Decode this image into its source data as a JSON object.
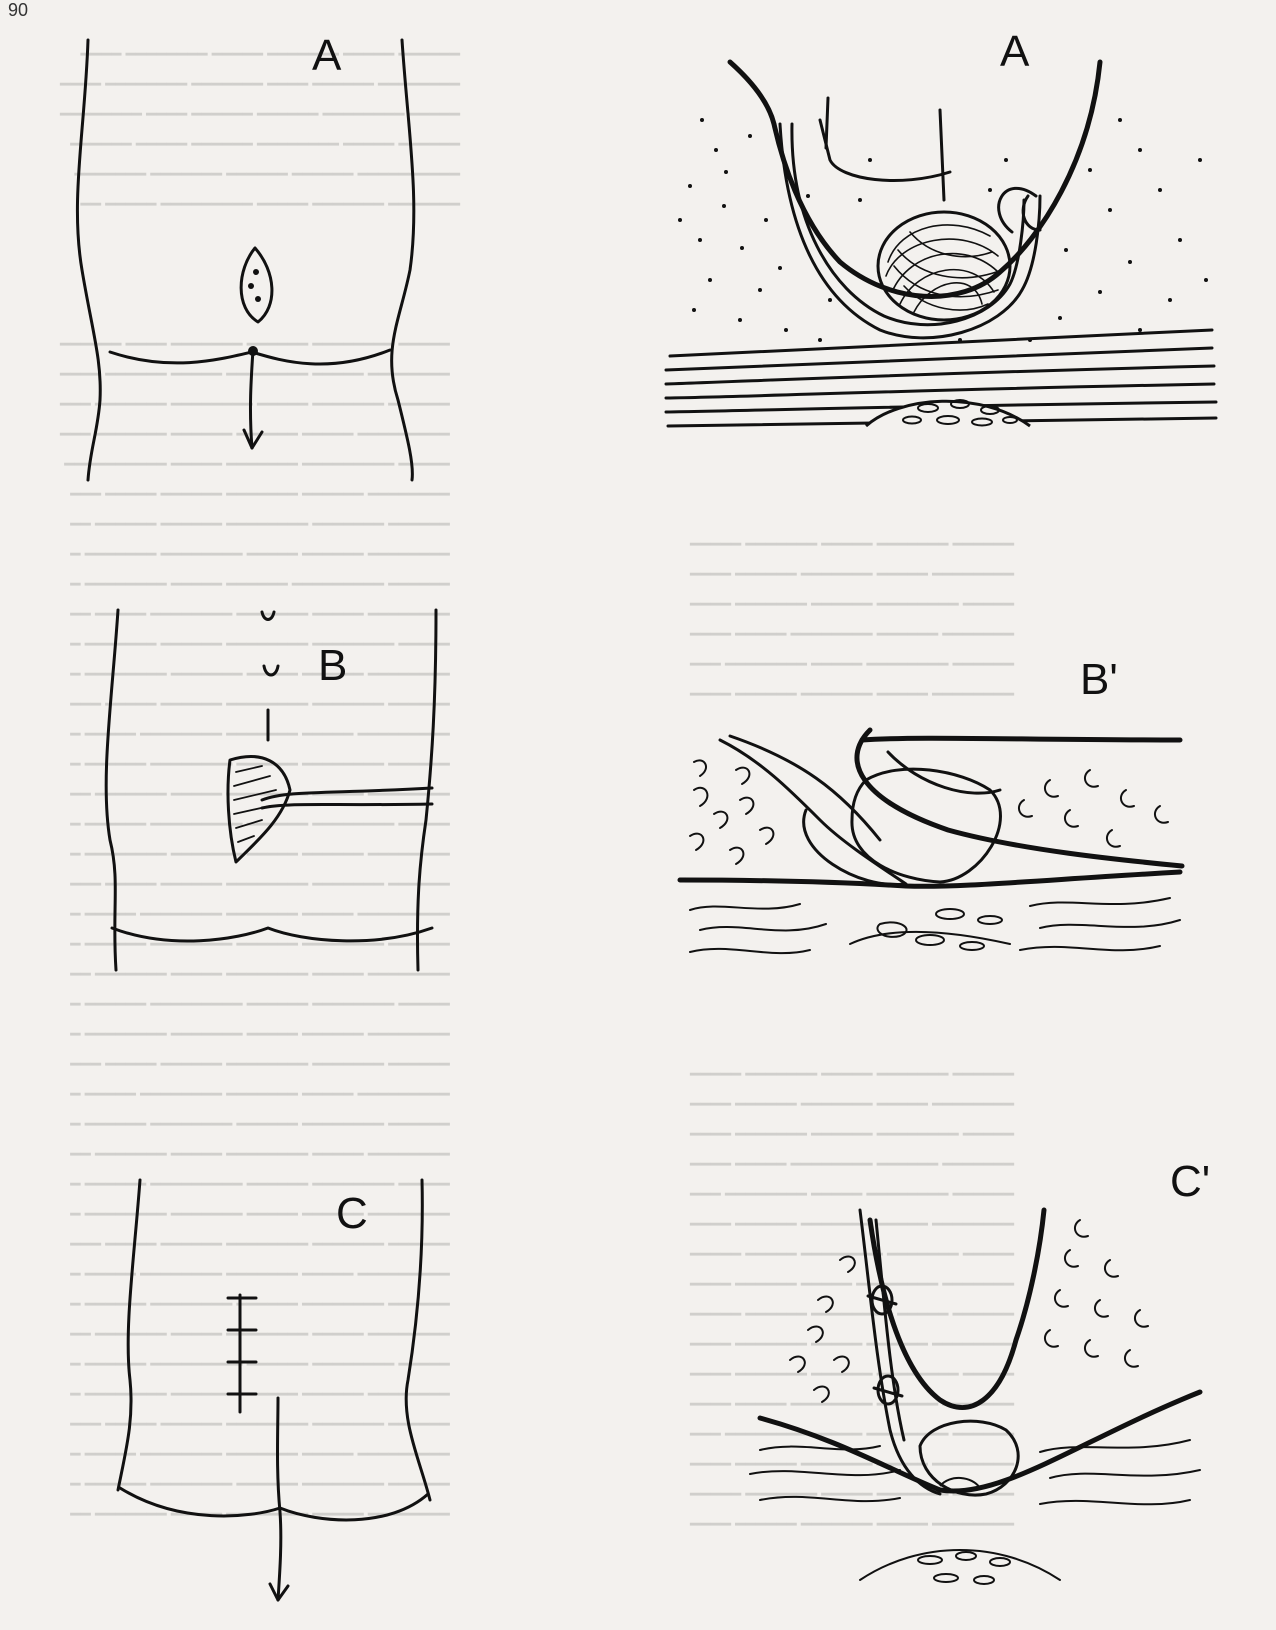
{
  "page": {
    "number": "90"
  },
  "panels": {
    "left_top": "A",
    "left_middle": "B",
    "left_bottom": "C",
    "right_top": "A",
    "right_middle": "B'",
    "right_bottom": "C'"
  },
  "colors": {
    "ink": "#111111",
    "paper": "#f3f1ee"
  }
}
